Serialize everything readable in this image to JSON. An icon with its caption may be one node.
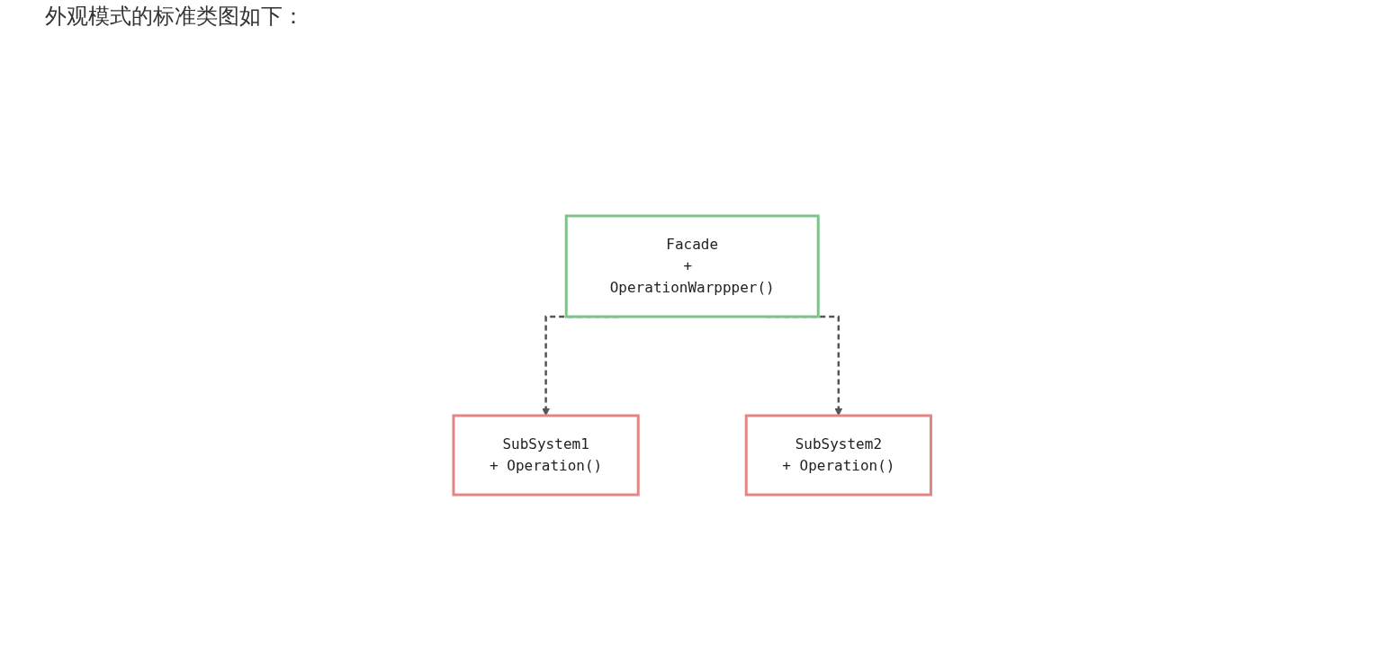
{
  "diagram": {
    "title": "外观模式的标准类图如下：",
    "nodes": [
      {
        "text": [
          "Facade",
          "+ OperationWarppper()"
        ]
      },
      {
        "text": [
          "SubSystem1",
          "+ Operation()"
        ]
      },
      {
        "text": [
          "SubSystem2",
          "+ Operation()"
        ]
      }
    ],
    "edges": [
      {
        "from": 0,
        "to": 1,
        "arrow": "to",
        "style": "dashed"
      },
      {
        "from": 0,
        "to": 2,
        "arrow": "to",
        "style": "dashed"
      }
    ]
  }
}
